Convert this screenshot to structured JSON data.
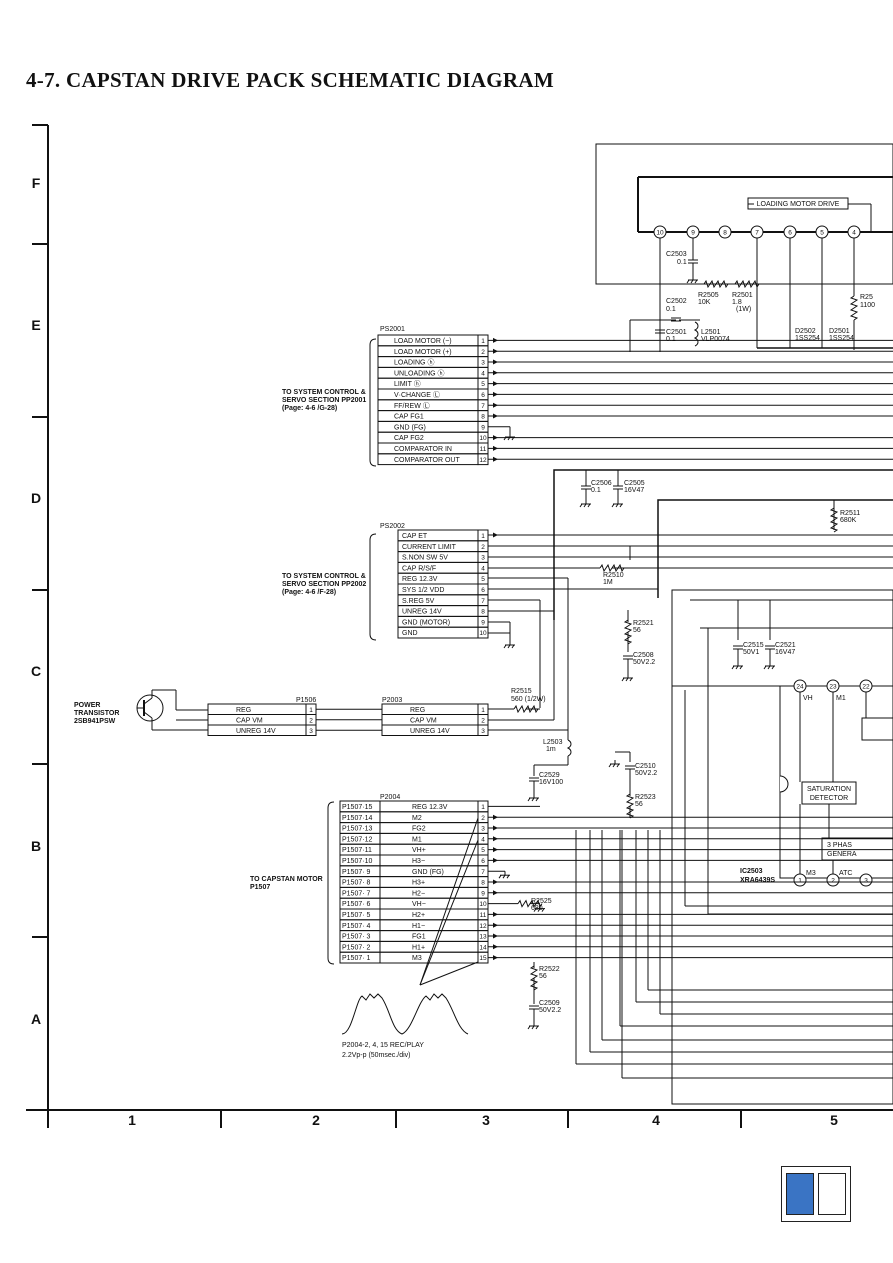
{
  "title": "4-7. CAPSTAN DRIVE PACK SCHEMATIC DIAGRAM",
  "grid": {
    "rows": [
      "F",
      "E",
      "D",
      "C",
      "B",
      "A"
    ],
    "cols": [
      "1",
      "2",
      "3",
      "4",
      "5"
    ]
  },
  "ps2001": {
    "ref": "PS2001",
    "note": [
      "TO SYSTEM CONTROL &",
      "SERVO SECTION PP2001",
      "(Page: 4-6 /G-28)"
    ],
    "pins": [
      "LOAD MOTOR (−)",
      "LOAD MOTOR (+)",
      "LOADING ⓗ",
      "UNLOADING ⓗ",
      "LIMIT ⓗ",
      "V·CHANGE Ⓛ",
      "FF/REW Ⓛ",
      "CAP FG1",
      "GND (FG)",
      "CAP FG2",
      "COMPARATOR IN",
      "COMPARATOR OUT"
    ]
  },
  "ps2002": {
    "ref": "PS2002",
    "note": [
      "TO SYSTEM CONTROL &",
      "SERVO SECTION PP2002",
      "(Page: 4-6 /F-28)"
    ],
    "pins": [
      "CAP ET",
      "CURRENT LIMIT",
      "S.NON SW 5V",
      "CAP R/S/F",
      "REG 12.3V",
      "SYS 1/2 VDD",
      "S.REG 5V",
      "UNREG 14V",
      "GND (MOTOR)",
      "GND"
    ]
  },
  "power_transistor": [
    "POWER",
    "TRANSISTOR",
    "2SB941PSW"
  ],
  "p1506": {
    "ref": "P1506",
    "pins": [
      "REG",
      "CAP VM",
      "UNREG 14V"
    ]
  },
  "p2003": {
    "ref": "P2003",
    "pins": [
      "REG",
      "CAP VM",
      "UNREG 14V"
    ]
  },
  "p2004": {
    "ref": "P2004",
    "note": [
      "TO CAPSTAN MOTOR",
      "P1507"
    ],
    "rows": [
      [
        "P1507·15",
        "REG 12.3V"
      ],
      [
        "P1507·14",
        "M2"
      ],
      [
        "P1507·13",
        "FG2"
      ],
      [
        "P1507·12",
        "M1"
      ],
      [
        "P1507·11",
        "VH+"
      ],
      [
        "P1507·10",
        "H3−"
      ],
      [
        "P1507· 9",
        "GND (FG)"
      ],
      [
        "P1507· 8",
        "H3+"
      ],
      [
        "P1507· 7",
        "H2−"
      ],
      [
        "P1507· 6",
        "VH−"
      ],
      [
        "P1507· 5",
        "H2+"
      ],
      [
        "P1507· 4",
        "H1−"
      ],
      [
        "P1507· 3",
        "FG1"
      ],
      [
        "P1507· 2",
        "H1+"
      ],
      [
        "P1507· 1",
        "M3"
      ]
    ]
  },
  "waveform": [
    "P2004-2, 4, 15 REC/PLAY",
    "2.2Vp-p (50msec./div)"
  ],
  "ic_block": {
    "label": "LOADING MOTOR DRIVE",
    "pins": [
      "10",
      "9",
      "8",
      "7",
      "6",
      "5",
      "4"
    ]
  },
  "ic2503": {
    "ref": [
      "IC2503",
      "XRA6439S"
    ],
    "blocks": [
      "SATURATION",
      "DETECTOR",
      "3 PHAS",
      "GENERA"
    ],
    "pins": [
      "24",
      "23",
      "22",
      "1",
      "2",
      "3"
    ],
    "pin_labels": [
      "VH",
      "M1",
      "M3",
      "ATC"
    ]
  },
  "components": [
    {
      "ref": "C2503",
      "val": "0.1"
    },
    {
      "ref": "R2505",
      "val": "10K"
    },
    {
      "ref": "R2501",
      "val": "1.8"
    },
    {
      "ref": "",
      "val": "(1W)"
    },
    {
      "ref": "C2502",
      "val": "0.1"
    },
    {
      "ref": "C2501",
      "val": "0.1"
    },
    {
      "ref": "L2501",
      "val": "VLP0074"
    },
    {
      "ref": "D2502",
      "val": "1SS254"
    },
    {
      "ref": "D2501",
      "val": "1SS254"
    },
    {
      "ref": "R25",
      "val": "1100"
    },
    {
      "ref": "C2506",
      "val": "0.1"
    },
    {
      "ref": "C2505",
      "val": "16V47"
    },
    {
      "ref": "R2511",
      "val": "680K"
    },
    {
      "ref": "R2510",
      "val": "1M"
    },
    {
      "ref": "R2521",
      "val": "56"
    },
    {
      "ref": "C2515",
      "val": "50V1"
    },
    {
      "ref": "C2521",
      "val": "16V47"
    },
    {
      "ref": "C2508",
      "val": "50V2.2"
    },
    {
      "ref": "R2515",
      "val": "560 (1/2W)"
    },
    {
      "ref": "L2503",
      "val": "1m"
    },
    {
      "ref": "C2529",
      "val": "16V100"
    },
    {
      "ref": "C2510",
      "val": "50V2.2"
    },
    {
      "ref": "R2523",
      "val": "56"
    },
    {
      "ref": "R2525",
      "val": "680"
    },
    {
      "ref": "R2522",
      "val": "56"
    },
    {
      "ref": "C2509",
      "val": "50V2.2"
    }
  ],
  "nav": {
    "prev": "previous page",
    "next": "next page"
  }
}
